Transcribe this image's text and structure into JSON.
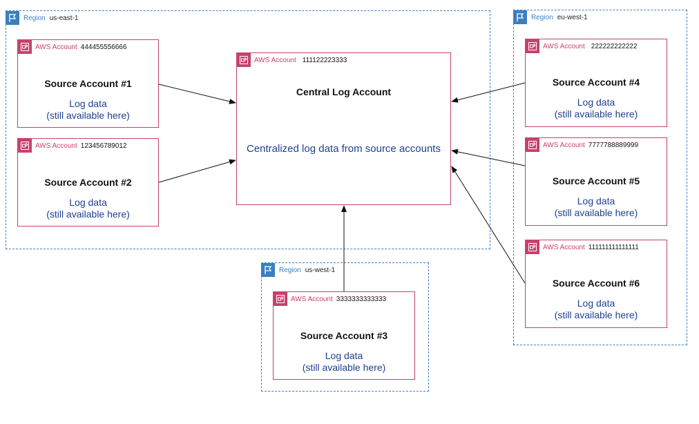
{
  "regions": {
    "east": {
      "label": "Region",
      "name": "us-east-1"
    },
    "west": {
      "label": "Region",
      "name": "us-west-1"
    },
    "eu": {
      "label": "Region",
      "name": "eu-west-1"
    }
  },
  "accounts": {
    "central": {
      "label": "AWS Account",
      "id": "111122223333",
      "title": "Central Log Account",
      "body": "Centralized log data from source accounts"
    },
    "src1": {
      "label": "AWS Account",
      "id": "444455556666",
      "title": "Source Account #1",
      "line1": "Log data",
      "line2": "(still available here)"
    },
    "src2": {
      "label": "AWS Account",
      "id": "123456789012",
      "title": "Source Account #2",
      "line1": "Log data",
      "line2": "(still available here)"
    },
    "src3": {
      "label": "AWS Account",
      "id": "3333333333333",
      "title": "Source Account #3",
      "line1": "Log data",
      "line2": "(still available here)"
    },
    "src4": {
      "label": "AWS Account",
      "id": "222222222222",
      "title": "Source Account #4",
      "line1": "Log data",
      "line2": "(still available here)"
    },
    "src5": {
      "label": "AWS Account",
      "id": "7777788889999",
      "title": "Source Account #5",
      "line1": "Log data",
      "line2": "(still available here)"
    },
    "src6": {
      "label": "AWS Account",
      "id": "111111111111111",
      "title": "Source Account #6",
      "line1": "Log data",
      "line2": "(still available here)"
    }
  },
  "colors": {
    "region": "#3b7fbf",
    "account": "#c7416b",
    "body_text": "#1f3f8f"
  }
}
